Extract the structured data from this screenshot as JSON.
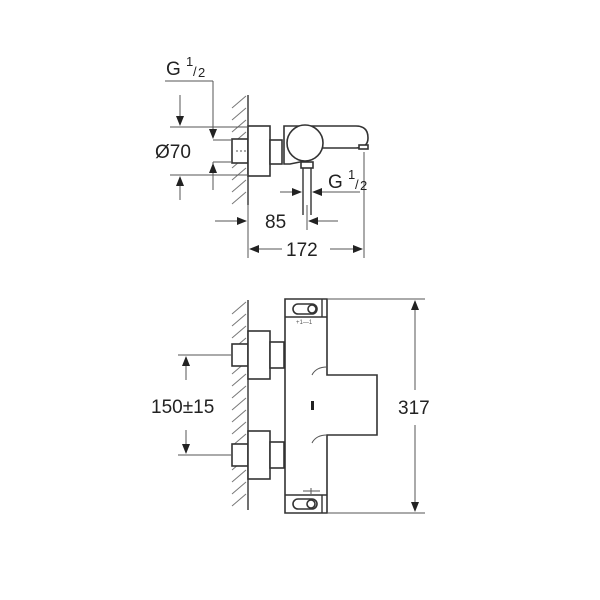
{
  "drawing": {
    "title": "Thermostatic bath mixer – dimension drawing",
    "side_view": {
      "label_inlet_thread": {
        "base": "G",
        "num": "1",
        "den": "2"
      },
      "label_diameter": "Ø70",
      "label_outlet_thread": {
        "base": "G",
        "num": "1",
        "den": "2"
      },
      "label_outlet_distance": "85",
      "label_projection": "172"
    },
    "front_view": {
      "label_centers": "150±15",
      "label_height": "317"
    },
    "colors": {
      "line": "#333333",
      "hatch": "#777777",
      "text": "#222222",
      "background": "#ffffff"
    }
  }
}
